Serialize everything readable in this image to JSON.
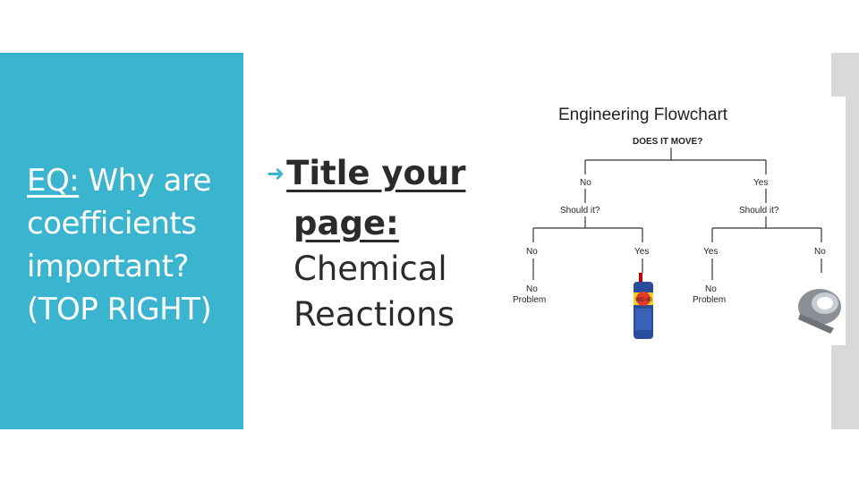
{
  "eq": {
    "prefix": "EQ:",
    "text_line1": " Why are",
    "text_line2": "coefficients",
    "text_line3": "important?",
    "text_line4": "(TOP RIGHT)"
  },
  "bullet": {
    "title_line1": "Title your",
    "title_line2": "page:",
    "body_line1": "Chemical",
    "body_line2": "Reactions"
  },
  "flowchart": {
    "title": "Engineering Flowchart",
    "question": "DOES IT MOVE?",
    "branch_left": "No",
    "branch_right": "Yes",
    "should_left": "Should it?",
    "should_right": "Should it?",
    "ll": "No",
    "lr": "Yes",
    "rl": "Yes",
    "rr": "No",
    "outcome_left_1": "No",
    "outcome_left_2": "Problem",
    "outcome_right_1": "No",
    "outcome_right_2": "Problem",
    "can_label": "WD-40"
  },
  "colors": {
    "accent": "#3ab4cf",
    "side_bar": "#d9d9d9",
    "text_dark": "#2b2b2b"
  }
}
